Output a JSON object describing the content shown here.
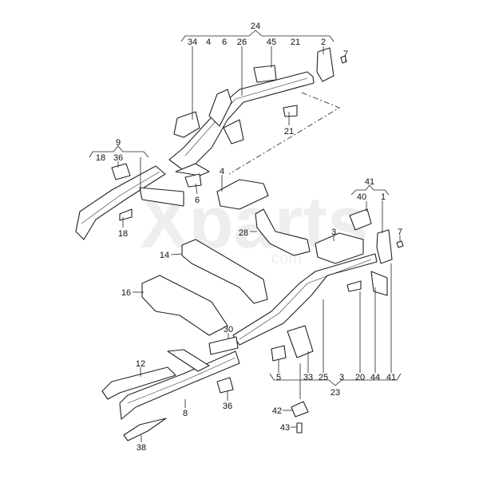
{
  "watermark": {
    "main": "Xparts",
    "sub": "com"
  },
  "labels": [
    "24",
    "34",
    "4",
    "6",
    "26",
    "45",
    "21",
    "2",
    "7",
    "21",
    "9",
    "18",
    "36",
    "6",
    "4",
    "18",
    "41",
    "40",
    "1",
    "7",
    "28",
    "3",
    "14",
    "16",
    "30",
    "12",
    "5",
    "33",
    "25",
    "3",
    "20",
    "44",
    "41",
    "23",
    "8",
    "36",
    "42",
    "43",
    "38"
  ]
}
